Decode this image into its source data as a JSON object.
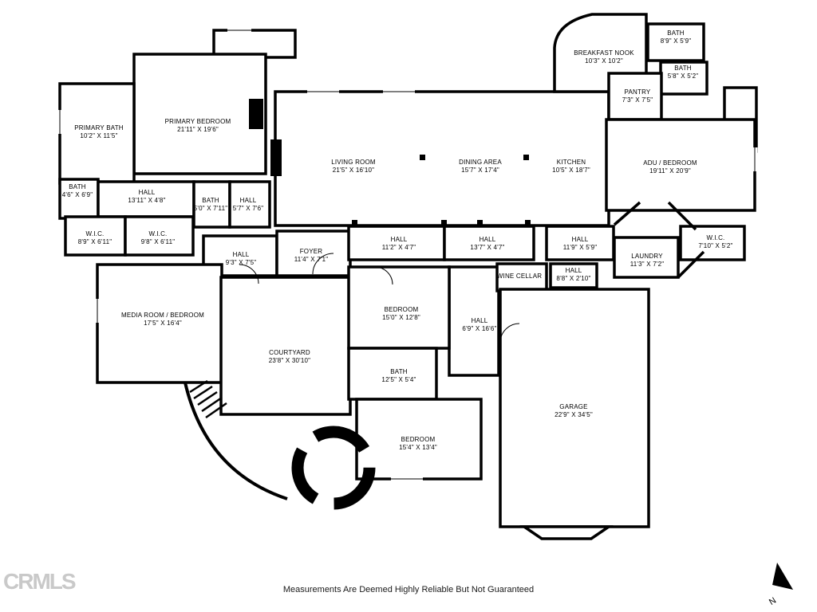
{
  "meta": {
    "watermark": "CRMLS",
    "disclaimer": "Measurements Are Deemed Highly Reliable But Not Guaranteed",
    "north_label": "N"
  },
  "colors": {
    "wall": "#000000",
    "watermark": "#c9c9c9",
    "background": "#ffffff"
  },
  "rooms": [
    {
      "name": "BREAKFAST NOOK",
      "dims": "10'3\" X 10'2\""
    },
    {
      "name": "BATH",
      "dims": "8'9\" X 5'9\""
    },
    {
      "name": "BATH",
      "dims": "5'8\" X 5'2\""
    },
    {
      "name": "PANTRY",
      "dims": "7'3\" X 7'5\""
    },
    {
      "name": "PRIMARY BEDROOM",
      "dims": "21'11\" X 19'6\""
    },
    {
      "name": "PRIMARY BATH",
      "dims": "10'2\" X 11'5\""
    },
    {
      "name": "LIVING ROOM",
      "dims": "21'5\" X 16'10\""
    },
    {
      "name": "DINING AREA",
      "dims": "15'7\" X 17'4\""
    },
    {
      "name": "KITCHEN",
      "dims": "10'5\" X 18'7\""
    },
    {
      "name": "ADU / BEDROOM",
      "dims": "19'11\" X 20'9\""
    },
    {
      "name": "BATH",
      "dims": "4'6\" X 6'9\""
    },
    {
      "name": "HALL",
      "dims": "13'11\" X 4'8\""
    },
    {
      "name": "BATH",
      "dims": "5'0\" X 7'11\""
    },
    {
      "name": "HALL",
      "dims": "5'7\" X 7'6\""
    },
    {
      "name": "W.I.C.",
      "dims": "8'9\" X 6'11\""
    },
    {
      "name": "W.I.C.",
      "dims": "9'8\" X 6'11\""
    },
    {
      "name": "HALL",
      "dims": "9'3\" X 7'5\""
    },
    {
      "name": "FOYER",
      "dims": "11'4\" X 7'1\""
    },
    {
      "name": "HALL",
      "dims": "11'2\" X 4'7\""
    },
    {
      "name": "HALL",
      "dims": "13'7\" X 4'7\""
    },
    {
      "name": "HALL",
      "dims": "11'9\" X 5'9\""
    },
    {
      "name": "W.I.C.",
      "dims": "7'10\" X 5'2\""
    },
    {
      "name": "LAUNDRY",
      "dims": "11'3\" X 7'2\""
    },
    {
      "name": "WINE CELLAR",
      "dims": ""
    },
    {
      "name": "HALL",
      "dims": "8'8\" X 2'10\""
    },
    {
      "name": "MEDIA ROOM / BEDROOM",
      "dims": "17'5\" X 16'4\""
    },
    {
      "name": "BEDROOM",
      "dims": "15'0\" X 12'8\""
    },
    {
      "name": "HALL",
      "dims": "6'9\" X 16'6\""
    },
    {
      "name": "COURTYARD",
      "dims": "23'8\" X 30'10\""
    },
    {
      "name": "BATH",
      "dims": "12'5\" X 5'4\""
    },
    {
      "name": "BEDROOM",
      "dims": "15'4\" X 13'4\""
    },
    {
      "name": "GARAGE",
      "dims": "22'9\" X 34'5\""
    }
  ]
}
